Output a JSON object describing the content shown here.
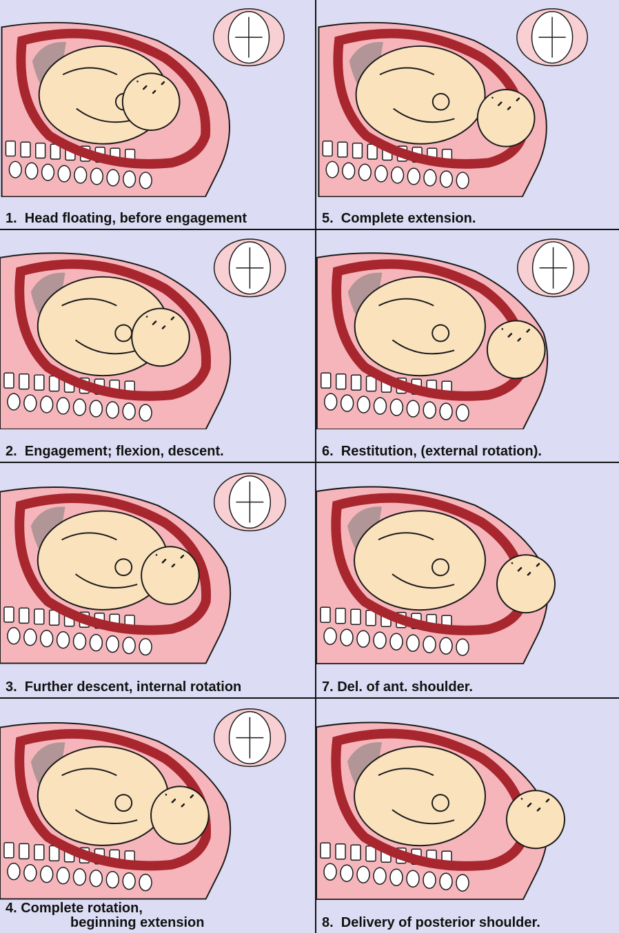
{
  "panels": [
    {
      "id": "1",
      "caption": "1.  Head floating, before engagement",
      "caption2": ""
    },
    {
      "id": "2",
      "caption": "2.  Engagement; flexion, descent.",
      "caption2": ""
    },
    {
      "id": "3",
      "caption": "3.  Further descent, internal rotation",
      "caption2": ""
    },
    {
      "id": "4",
      "caption": "4. Complete rotation,",
      "caption2": "beginning extension"
    },
    {
      "id": "5",
      "caption": "5.  Complete extension.",
      "caption2": ""
    },
    {
      "id": "6",
      "caption": "6.  Restitution, (external rotation).",
      "caption2": ""
    },
    {
      "id": "7",
      "caption": "7. Del. of ant. shoulder.",
      "caption2": ""
    },
    {
      "id": "8",
      "caption": "8.  Delivery of posterior shoulder.",
      "caption2": ""
    }
  ],
  "colors": {
    "background": "#dcdcf4",
    "maternal_tissue": "#f5b5bb",
    "uterine_wall": "#a8262e",
    "fetus_skin": "#fae2bd",
    "outline": "#1a1a1a"
  }
}
